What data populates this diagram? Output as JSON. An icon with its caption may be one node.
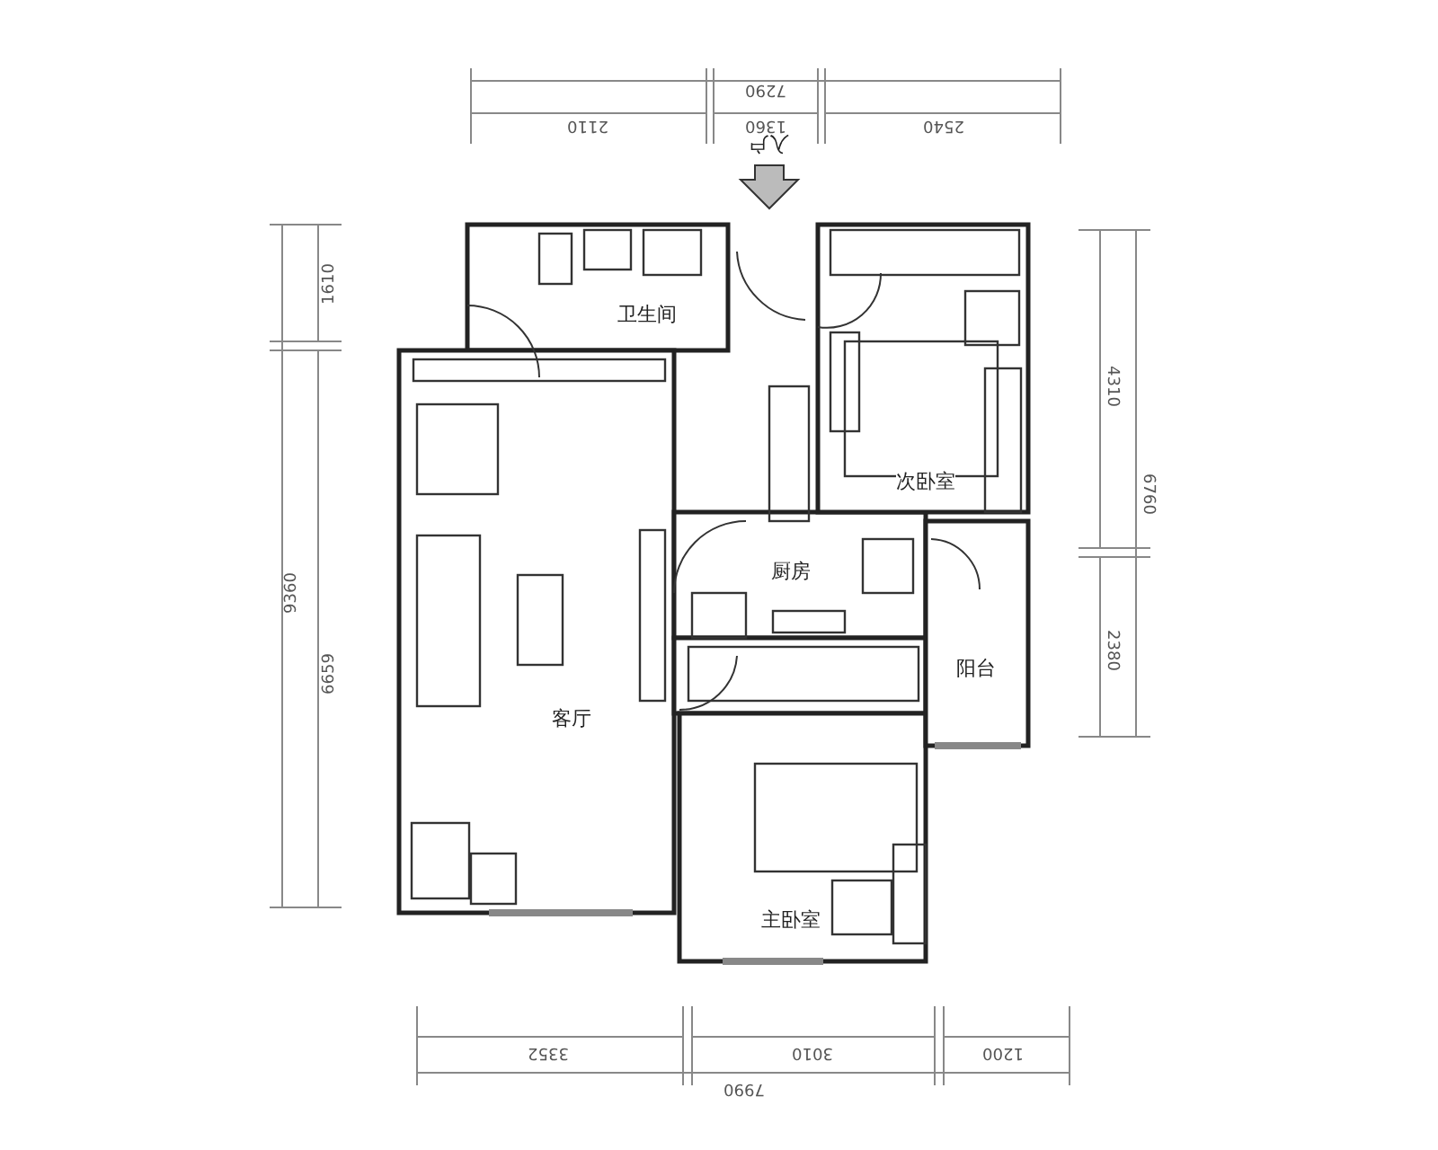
{
  "diagram": {
    "labels": [
      "7290",
      "2110",
      "1360",
      "2540",
      "入户",
      "1610",
      "9360",
      "6659",
      "4310",
      "6760",
      "2380",
      "卫生间",
      "次卧室",
      "客厅",
      "厨房",
      "阳台",
      "主卧室",
      "3352",
      "3010",
      "1200",
      "7990"
    ]
  }
}
